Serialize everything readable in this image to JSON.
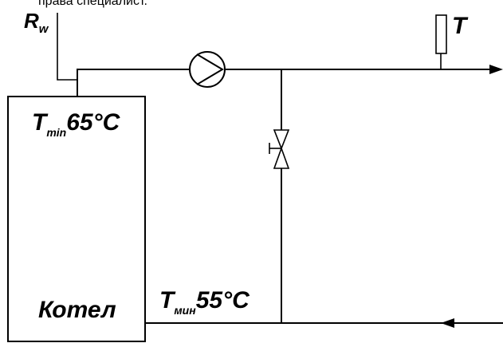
{
  "header_cutoff_text": "права специалист.",
  "labels": {
    "rw_main": "R",
    "rw_sub": "w",
    "sensor_t": "T",
    "tmin_top_main": "T",
    "tmin_top_sub": "min",
    "tmin_top_value": "65°C",
    "tmin_bottom_main": "T",
    "tmin_bottom_sub": "мин",
    "tmin_bottom_value": "55°C",
    "boiler": "Котел"
  },
  "colors": {
    "line": "#000000",
    "background": "#ffffff"
  },
  "icons": {
    "pump": "pump-icon",
    "valve": "three-way-valve-icon",
    "sensor": "temperature-sensor-icon"
  }
}
